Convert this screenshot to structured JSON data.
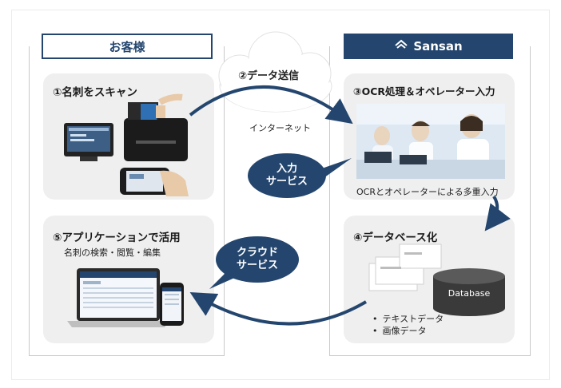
{
  "header": {
    "customer_label": "お客様",
    "brand_label": "Sansan"
  },
  "cloud": {
    "step_label": "②データ送信",
    "caption": "インターネット"
  },
  "steps": {
    "scan": {
      "title": "①名刺をスキャン"
    },
    "ocr": {
      "title": "③OCR処理＆オペレーター入力",
      "caption": "OCRとオペレーターによる多重入力"
    },
    "database": {
      "title": "④データベース化",
      "db_label": "Database",
      "bullets": [
        "テキストデータ",
        "画像データ"
      ]
    },
    "app": {
      "title": "⑤アプリケーションで活用",
      "caption": "名刺の検索・閲覧・編集"
    }
  },
  "bubbles": {
    "input_service": [
      "入力",
      "サービス"
    ],
    "cloud_service": [
      "クラウド",
      "サービス"
    ]
  },
  "colors": {
    "navy": "#24466e",
    "panel": "#efefef",
    "border": "#c9c9c9"
  }
}
